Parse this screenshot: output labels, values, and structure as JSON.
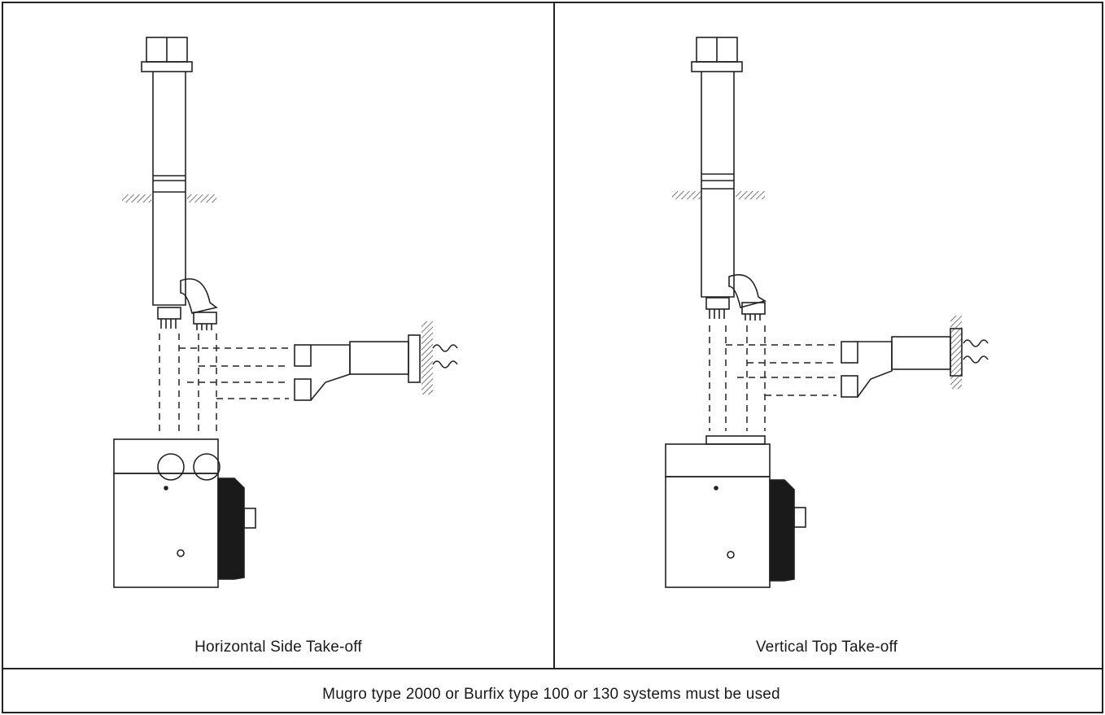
{
  "panels": [
    {
      "caption": "Horizontal Side Take-off"
    },
    {
      "caption": "Vertical Top Take-off"
    }
  ],
  "footer_note": "Mugro type 2000 or Burfix type 100 or 130 systems must be used"
}
